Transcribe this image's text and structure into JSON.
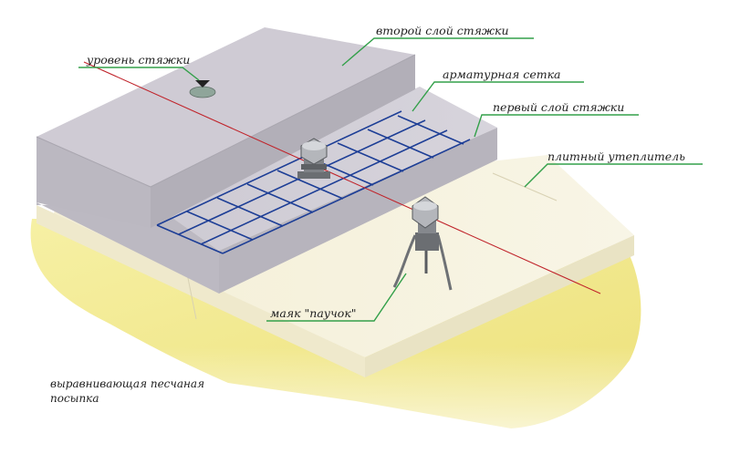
{
  "labels": {
    "second_layer": "второй слой стяжки",
    "screed_level": "уровень стяжки",
    "reinforcing_mesh": "арматурная сетка",
    "first_layer": "первый слой стяжки",
    "slab_insulation": "плитный утеплитель",
    "spider_beacon": "маяк \"паучок\"",
    "sand_bed_line1": "выравнивающая песчаная",
    "sand_bed_line2": "посыпка"
  },
  "colors": {
    "sand": "#f1e98e",
    "insulation": "#f6f2df",
    "screed": "#c9c6ce",
    "mesh": "#1d3e96",
    "level_line": "#c0242b",
    "leader": "#33a04a"
  }
}
